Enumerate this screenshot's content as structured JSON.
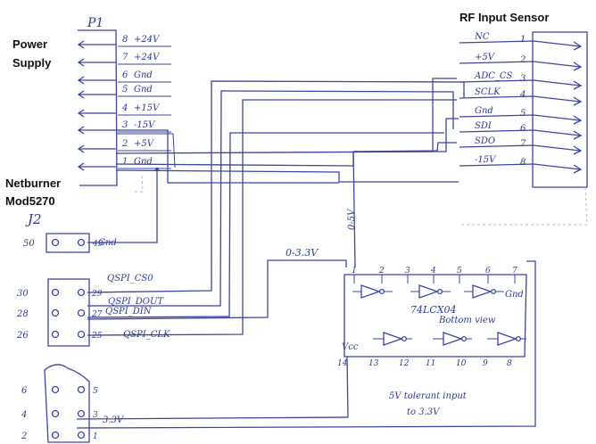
{
  "titles": {
    "power_supply_line1": "Power",
    "power_supply_line2": "Supply",
    "rf_input_sensor": "RF Input Sensor",
    "netburner_line1": "Netburner",
    "netburner_line2": "Mod5270"
  },
  "p1": {
    "name": "P1",
    "pins": [
      {
        "num": "8",
        "label": "+24V"
      },
      {
        "num": "7",
        "label": "+24V"
      },
      {
        "num": "6",
        "label": "Gnd"
      },
      {
        "num": "5",
        "label": "Gnd"
      },
      {
        "num": "4",
        "label": "+15V"
      },
      {
        "num": "3",
        "label": "-15V"
      },
      {
        "num": "2",
        "label": "+5V"
      },
      {
        "num": "1",
        "label": "Gnd"
      }
    ]
  },
  "rf": {
    "pins": [
      {
        "num": "1",
        "label": "NC"
      },
      {
        "num": "2",
        "label": "+5V"
      },
      {
        "num": "3",
        "label": "ADC_CS"
      },
      {
        "num": "4",
        "label": "SCLK"
      },
      {
        "num": "5",
        "label": "Gnd"
      },
      {
        "num": "6",
        "label": "SDI"
      },
      {
        "num": "7",
        "label": "SDO"
      },
      {
        "num": "8",
        "label": "-15V"
      }
    ]
  },
  "j2": {
    "name": "J2",
    "pins": [
      {
        "left": "50",
        "right": "49",
        "label": "Gnd"
      },
      {
        "left": "30",
        "right": "29",
        "label": "QSPI_CS0"
      },
      {
        "left": "28",
        "right": "27",
        "label": "QSPI_DOUT"
      },
      {
        "left": "26",
        "right": "25",
        "label": "QSPI_DIN"
      },
      {
        "left": "",
        "right": "",
        "label": "QSPI_CLK"
      },
      {
        "left": "6",
        "right": "5",
        "label": ""
      },
      {
        "left": "4",
        "right": "3",
        "label": "3.3V"
      },
      {
        "left": "2",
        "right": "1",
        "label": ""
      }
    ]
  },
  "ic": {
    "name": "74LCX04",
    "subtitle": "Bottom view",
    "gnd": "Gnd",
    "vcc": "Vcc",
    "top_pins": [
      "1",
      "2",
      "3",
      "4",
      "5",
      "6",
      "7"
    ],
    "bottom_pins": [
      "14",
      "13",
      "12",
      "11",
      "10",
      "9",
      "8"
    ]
  },
  "notes": {
    "v05": "0-5V",
    "v033": "0-3.3V",
    "tolerant_line1": "5V tolerant input",
    "tolerant_line2": "to 3.3V"
  }
}
